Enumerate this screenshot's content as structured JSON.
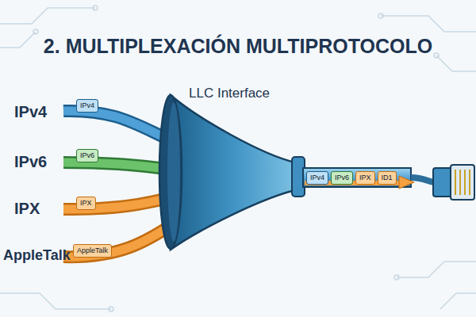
{
  "diagram": {
    "title": "2. MULTIPLEXACIÓN MULTIPROTOCOLO",
    "nodes": [
      {
        "text": [
          "IPv4"
        ]
      },
      {
        "text": [
          "IPv6"
        ]
      },
      {
        "text": [
          "IPX"
        ]
      },
      {
        "text": [
          "AppleTalk"
        ]
      },
      {
        "text": [
          "IPv4"
        ]
      },
      {
        "text": [
          "IPv6"
        ]
      },
      {
        "text": [
          "IPX"
        ]
      },
      {
        "text": [
          "ID1"
        ]
      }
    ],
    "labels": [
      "LLC Interface",
      "IPv4",
      "IPv6",
      "IPX",
      "AppleTalk"
    ]
  }
}
